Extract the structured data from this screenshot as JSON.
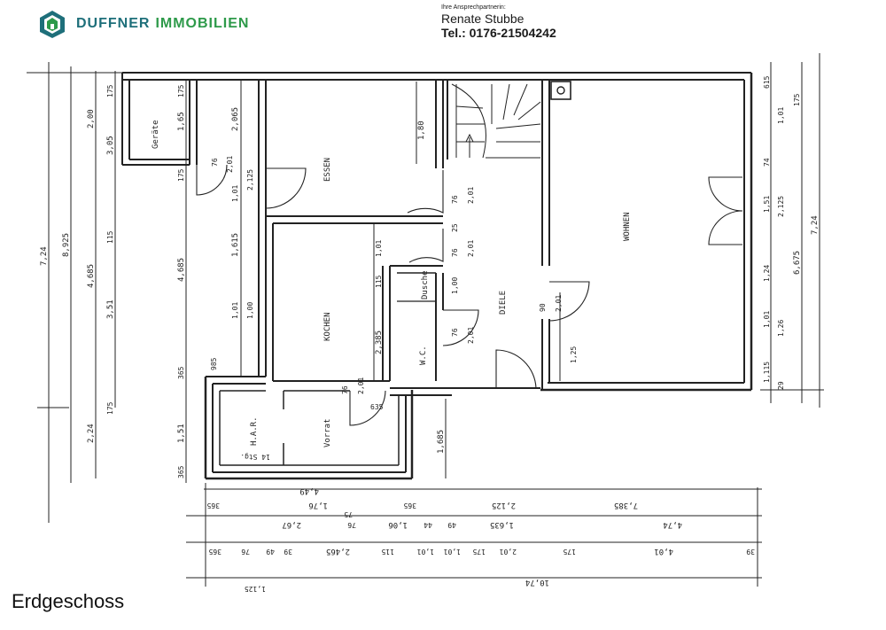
{
  "header": {
    "brand_part1": "DUFFNER",
    "brand_part2": "IMMOBILIEN",
    "contact_caption": "Ihre Ansprechpartnerin:",
    "contact_name": "Renate Stubbe",
    "contact_phone": "Tel.: 0176-21504242"
  },
  "rooms": {
    "geraete": "Geräte",
    "essen": "ESSEN",
    "kochen": "KOCHEN",
    "dusche": "Dusche",
    "wc": "W.C.",
    "diele": "DIELE",
    "wohnen": "WOHNEN",
    "har": "H.A.R.",
    "vorrat": "Vorrat"
  },
  "dimensions": {
    "left_outer_724": "7,24",
    "left_outer_8925": "8,925",
    "left_2_00": "2,00",
    "left_3_05": "3,05",
    "left_4_685": "4,685",
    "left_3_51": "3,51",
    "left_175a": "175",
    "left_115": "115",
    "left_2_24": "2,24",
    "left_175b": "175",
    "inner_175": "175",
    "inner_1_65": "1,65",
    "inner_4_685": "4,685",
    "inner_1_51": "1,51",
    "inner_365a": "365",
    "inner_365b": "365",
    "col_2_065": "2,065",
    "col_76": "76",
    "col_2_01": "2,01",
    "col_1_01a": "1,01",
    "col_2_125": "2,125",
    "col_1_615": "1,615",
    "col_1_01b": "1,01",
    "col_1_00": "1,00",
    "col_985": "985",
    "ess_1_80": "1,80",
    "ess_76": "76",
    "ess_2_01": "2,01",
    "mid_1_01": "1,01",
    "mid_115": "115",
    "mid_2_385": "2,385",
    "mid_76a": "76",
    "mid_2_01a": "2,01",
    "mid_1_00": "1,00",
    "mid_76b": "76",
    "mid_2_01b": "2,01",
    "mid_25": "25",
    "kit_76": "76",
    "kit_2_01": "2,01",
    "kit_635": "635",
    "diele_90": "90",
    "diele_2_01": "2,01",
    "diele_1_25": "1,25",
    "diele_1_685": "1,685",
    "right_7_24": "7,24",
    "right_6_675": "6,675",
    "right_175": "175",
    "right_615": "615",
    "right_1_01a": "1,01",
    "right_74": "74",
    "right_1_51": "1,51",
    "right_2_125": "2,125",
    "right_1_24": "1,24",
    "right_1_01b": "1,01",
    "right_1_26": "1,26",
    "right_1_115": "1,115",
    "right_29": "29",
    "bot_r1_a": "4,49",
    "bot_r1_b": "1,76",
    "bot_r1_c": "365",
    "bot_r1_d": "7,385",
    "bot_r1_e": "2,125",
    "bot_r1_f": "365",
    "bot_r2_a": "2,67",
    "bot_r2_b": "76",
    "bot_r2_c": "75",
    "bot_r2_d": "1,06",
    "bot_r2_e": "44",
    "bot_r2_f": "49",
    "bot_r2_g": "1,635",
    "bot_r2_h": "4,74",
    "bot_r3_a": "365",
    "bot_r3_b": "76",
    "bot_r3_c": "49",
    "bot_r3_d": "39",
    "bot_r3_e": "2,465",
    "bot_r3_f": "115",
    "bot_r3_g": "1,01",
    "bot_r3_h": "1,01",
    "bot_r3_i": "175",
    "bot_r3_j": "2,01",
    "bot_r3_k": "175",
    "bot_r3_l": "4,01",
    "bot_r3_m": "39",
    "bot_r4_a": "1,125",
    "bot_r4_b": "10,74",
    "stair_label": "14 Stg."
  },
  "footer": {
    "title": "Erdgeschoss"
  },
  "colors": {
    "brand_teal": "#1e6f7a",
    "brand_green": "#2e9a4a",
    "ink": "#222222"
  }
}
